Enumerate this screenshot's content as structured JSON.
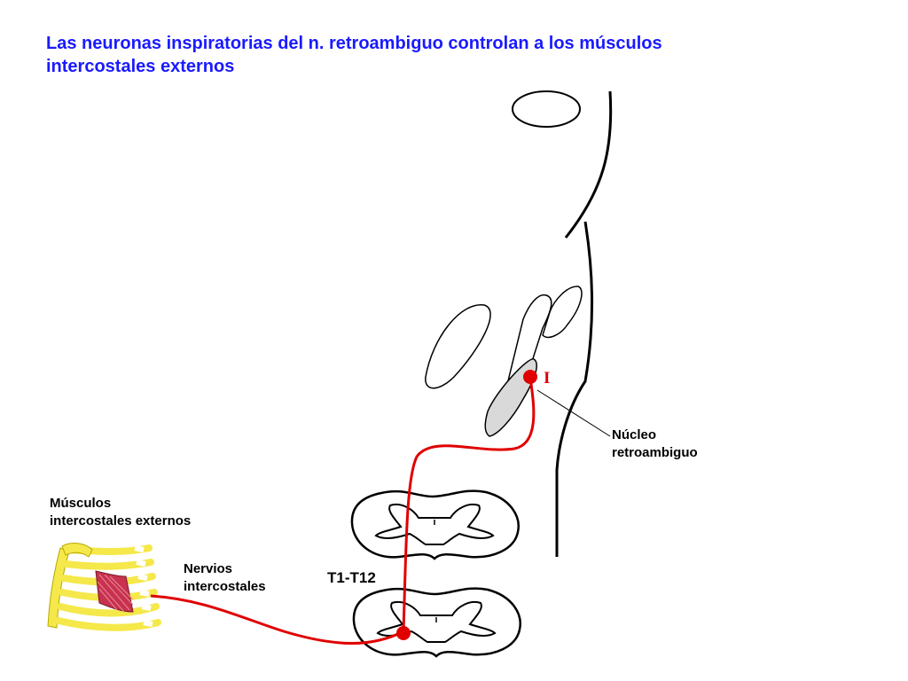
{
  "title": {
    "line1": "Las neuronas inspiratorias del n. retroambiguo controlan a los músculos",
    "line2": "intercostales externos"
  },
  "labels": {
    "neuron": "I",
    "nucleus_line1": "Núcleo",
    "nucleus_line2": "retroambiguo",
    "muscles_line1": "Músculos",
    "muscles_line2": "intercostales externos",
    "nerves_line1": "Nervios",
    "nerves_line2": "intercostales",
    "segment": "T1-T12"
  },
  "colors": {
    "title": "#1a1aff",
    "pathway": "#e00000",
    "nucleus_fill": "#d9d9d9",
    "rib_fill": "#f5e84a",
    "muscle_fill": "#c8324e"
  }
}
